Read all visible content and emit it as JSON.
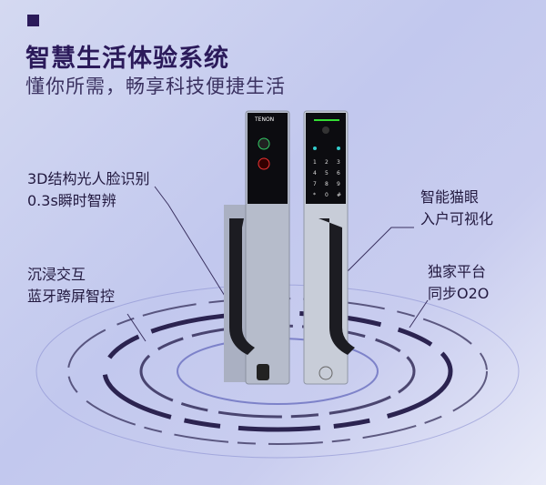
{
  "header": {
    "title": "智慧生活体验系统",
    "subtitle": "懂你所需，畅享科技便捷生活"
  },
  "features": [
    {
      "line1": "3D结构光人脸识别",
      "line2": "0.3s瞬时智辨"
    },
    {
      "line1": "沉浸交互",
      "line2": "蓝牙跨屏智控"
    },
    {
      "line1": "智能猫眼",
      "line2": "入户可视化"
    },
    {
      "line1": "独家平台",
      "line2": "同步O2O"
    }
  ],
  "product": {
    "logo": "TENON",
    "keypad": [
      "1",
      "2",
      "3",
      "4",
      "5",
      "6",
      "7",
      "8",
      "9",
      "*",
      "0",
      "#"
    ]
  },
  "colors": {
    "accent": "#2b1a5a",
    "ring": "#2b2350"
  }
}
